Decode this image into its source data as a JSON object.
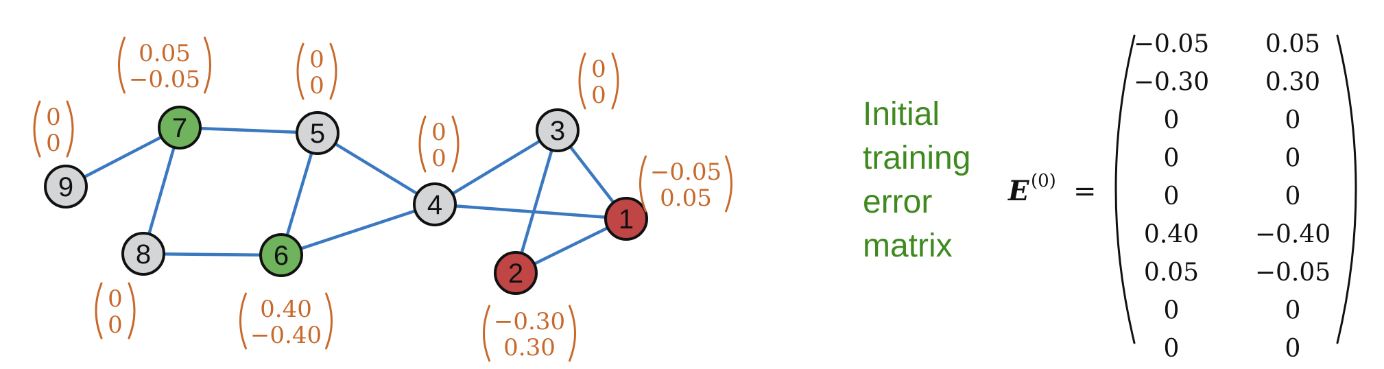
{
  "colors": {
    "edge": "#3a78c0",
    "vector_text": "#c8692c",
    "label_green": "#3f8a1f",
    "node_gray": "#d4d5d7",
    "node_green": "#6fb35c",
    "node_red": "#c04545"
  },
  "graph": {
    "nodes": [
      {
        "id": "1",
        "label": "1",
        "fill": "red",
        "vector": [
          "−0.05",
          "0.05"
        ]
      },
      {
        "id": "2",
        "label": "2",
        "fill": "red",
        "vector": [
          "−0.30",
          "0.30"
        ]
      },
      {
        "id": "3",
        "label": "3",
        "fill": "gray",
        "vector": [
          "0",
          "0"
        ]
      },
      {
        "id": "4",
        "label": "4",
        "fill": "gray",
        "vector": [
          "0",
          "0"
        ]
      },
      {
        "id": "5",
        "label": "5",
        "fill": "gray",
        "vector": [
          "0",
          "0"
        ]
      },
      {
        "id": "6",
        "label": "6",
        "fill": "green",
        "vector": [
          "0.40",
          "−0.40"
        ]
      },
      {
        "id": "7",
        "label": "7",
        "fill": "green",
        "vector": [
          "0.05",
          "−0.05"
        ]
      },
      {
        "id": "8",
        "label": "8",
        "fill": "gray",
        "vector": [
          "0",
          "0"
        ]
      },
      {
        "id": "9",
        "label": "9",
        "fill": "gray",
        "vector": [
          "0",
          "0"
        ]
      }
    ],
    "edges": [
      [
        "9",
        "7"
      ],
      [
        "7",
        "5"
      ],
      [
        "7",
        "8"
      ],
      [
        "5",
        "6"
      ],
      [
        "5",
        "4"
      ],
      [
        "8",
        "6"
      ],
      [
        "6",
        "4"
      ],
      [
        "4",
        "3"
      ],
      [
        "4",
        "1"
      ],
      [
        "3",
        "2"
      ],
      [
        "3",
        "1"
      ],
      [
        "2",
        "1"
      ]
    ]
  },
  "side_label": [
    "Initial",
    "training",
    "error",
    "matrix"
  ],
  "matrix": {
    "symbol": "E",
    "superscript": "(0)",
    "equals": "=",
    "rows": [
      [
        "−0.05",
        "0.05"
      ],
      [
        "−0.30",
        "0.30"
      ],
      [
        "0",
        "0"
      ],
      [
        "0",
        "0"
      ],
      [
        "0",
        "0"
      ],
      [
        "0.40",
        "−0.40"
      ],
      [
        "0.05",
        "−0.05"
      ],
      [
        "0",
        "0"
      ],
      [
        "0",
        "0"
      ]
    ]
  }
}
